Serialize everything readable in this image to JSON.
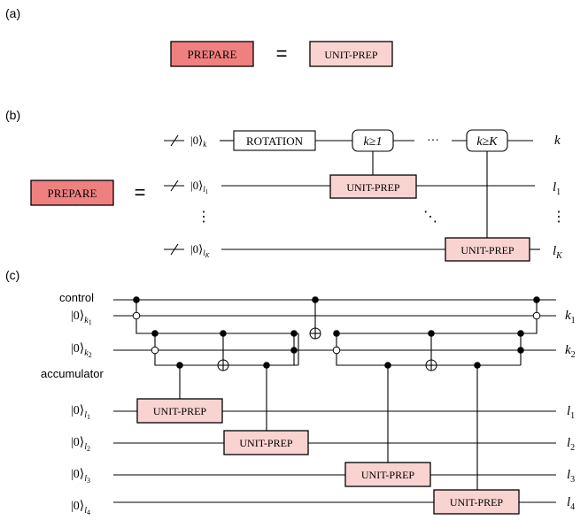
{
  "panel_a": {
    "label": "(a)",
    "lhs": "PREPARE",
    "equals": "=",
    "rhs": "UNIT-PREP"
  },
  "panel_b": {
    "label": "(b)",
    "lhs": "PREPARE",
    "equals": "=",
    "inputs": {
      "k_ket": "|0⟩",
      "k_sub": "k",
      "l1_ket": "|0⟩",
      "l1_sub": "l",
      "l1_subsub": "1",
      "lK_ket": "|0⟩",
      "lK_sub": "l",
      "lK_subsub": "K"
    },
    "rotation": "ROTATION",
    "cond1": "k≥1",
    "condK": "k≥K",
    "hdots": "···",
    "vdots": "⋮",
    "ddots": "⋱",
    "unit_prep": "UNIT-PREP",
    "outputs": {
      "k": "k",
      "l1": "l",
      "l1_sub": "1",
      "lK": "l",
      "lK_sub": "K"
    }
  },
  "panel_c": {
    "label": "(c)",
    "control": "control",
    "accumulator": "accumulator",
    "ket": "|0⟩",
    "inputs": [
      {
        "sub": "k",
        "subsub": "1"
      },
      {
        "sub": "k",
        "subsub": "2"
      },
      {
        "sub": "l",
        "subsub": "1"
      },
      {
        "sub": "l",
        "subsub": "2"
      },
      {
        "sub": "l",
        "subsub": "3"
      },
      {
        "sub": "l",
        "subsub": "4"
      }
    ],
    "outputs": [
      {
        "main": "k",
        "sub": "1"
      },
      {
        "main": "k",
        "sub": "2"
      },
      {
        "main": "l",
        "sub": "1"
      },
      {
        "main": "l",
        "sub": "2"
      },
      {
        "main": "l",
        "sub": "3"
      },
      {
        "main": "l",
        "sub": "4"
      }
    ],
    "unit_prep": "UNIT-PREP"
  }
}
